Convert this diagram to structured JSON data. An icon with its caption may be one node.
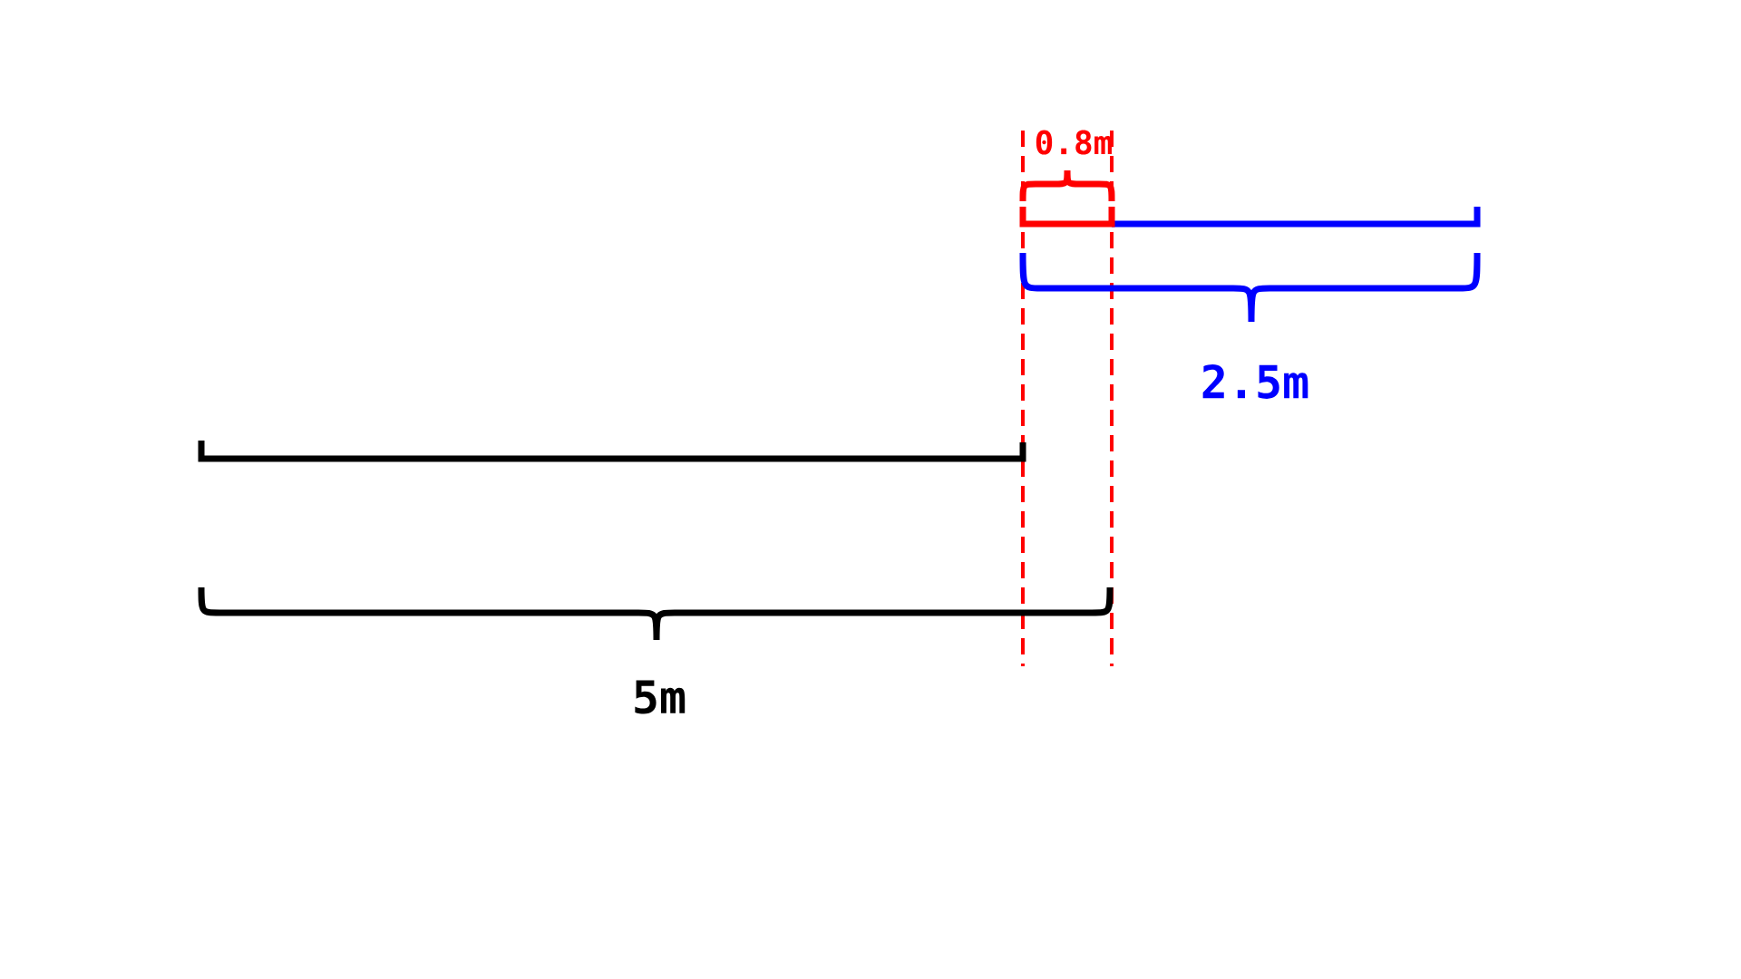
{
  "diagram": {
    "labels": [
      "0.8m",
      "2.5m",
      "5m"
    ]
  }
}
